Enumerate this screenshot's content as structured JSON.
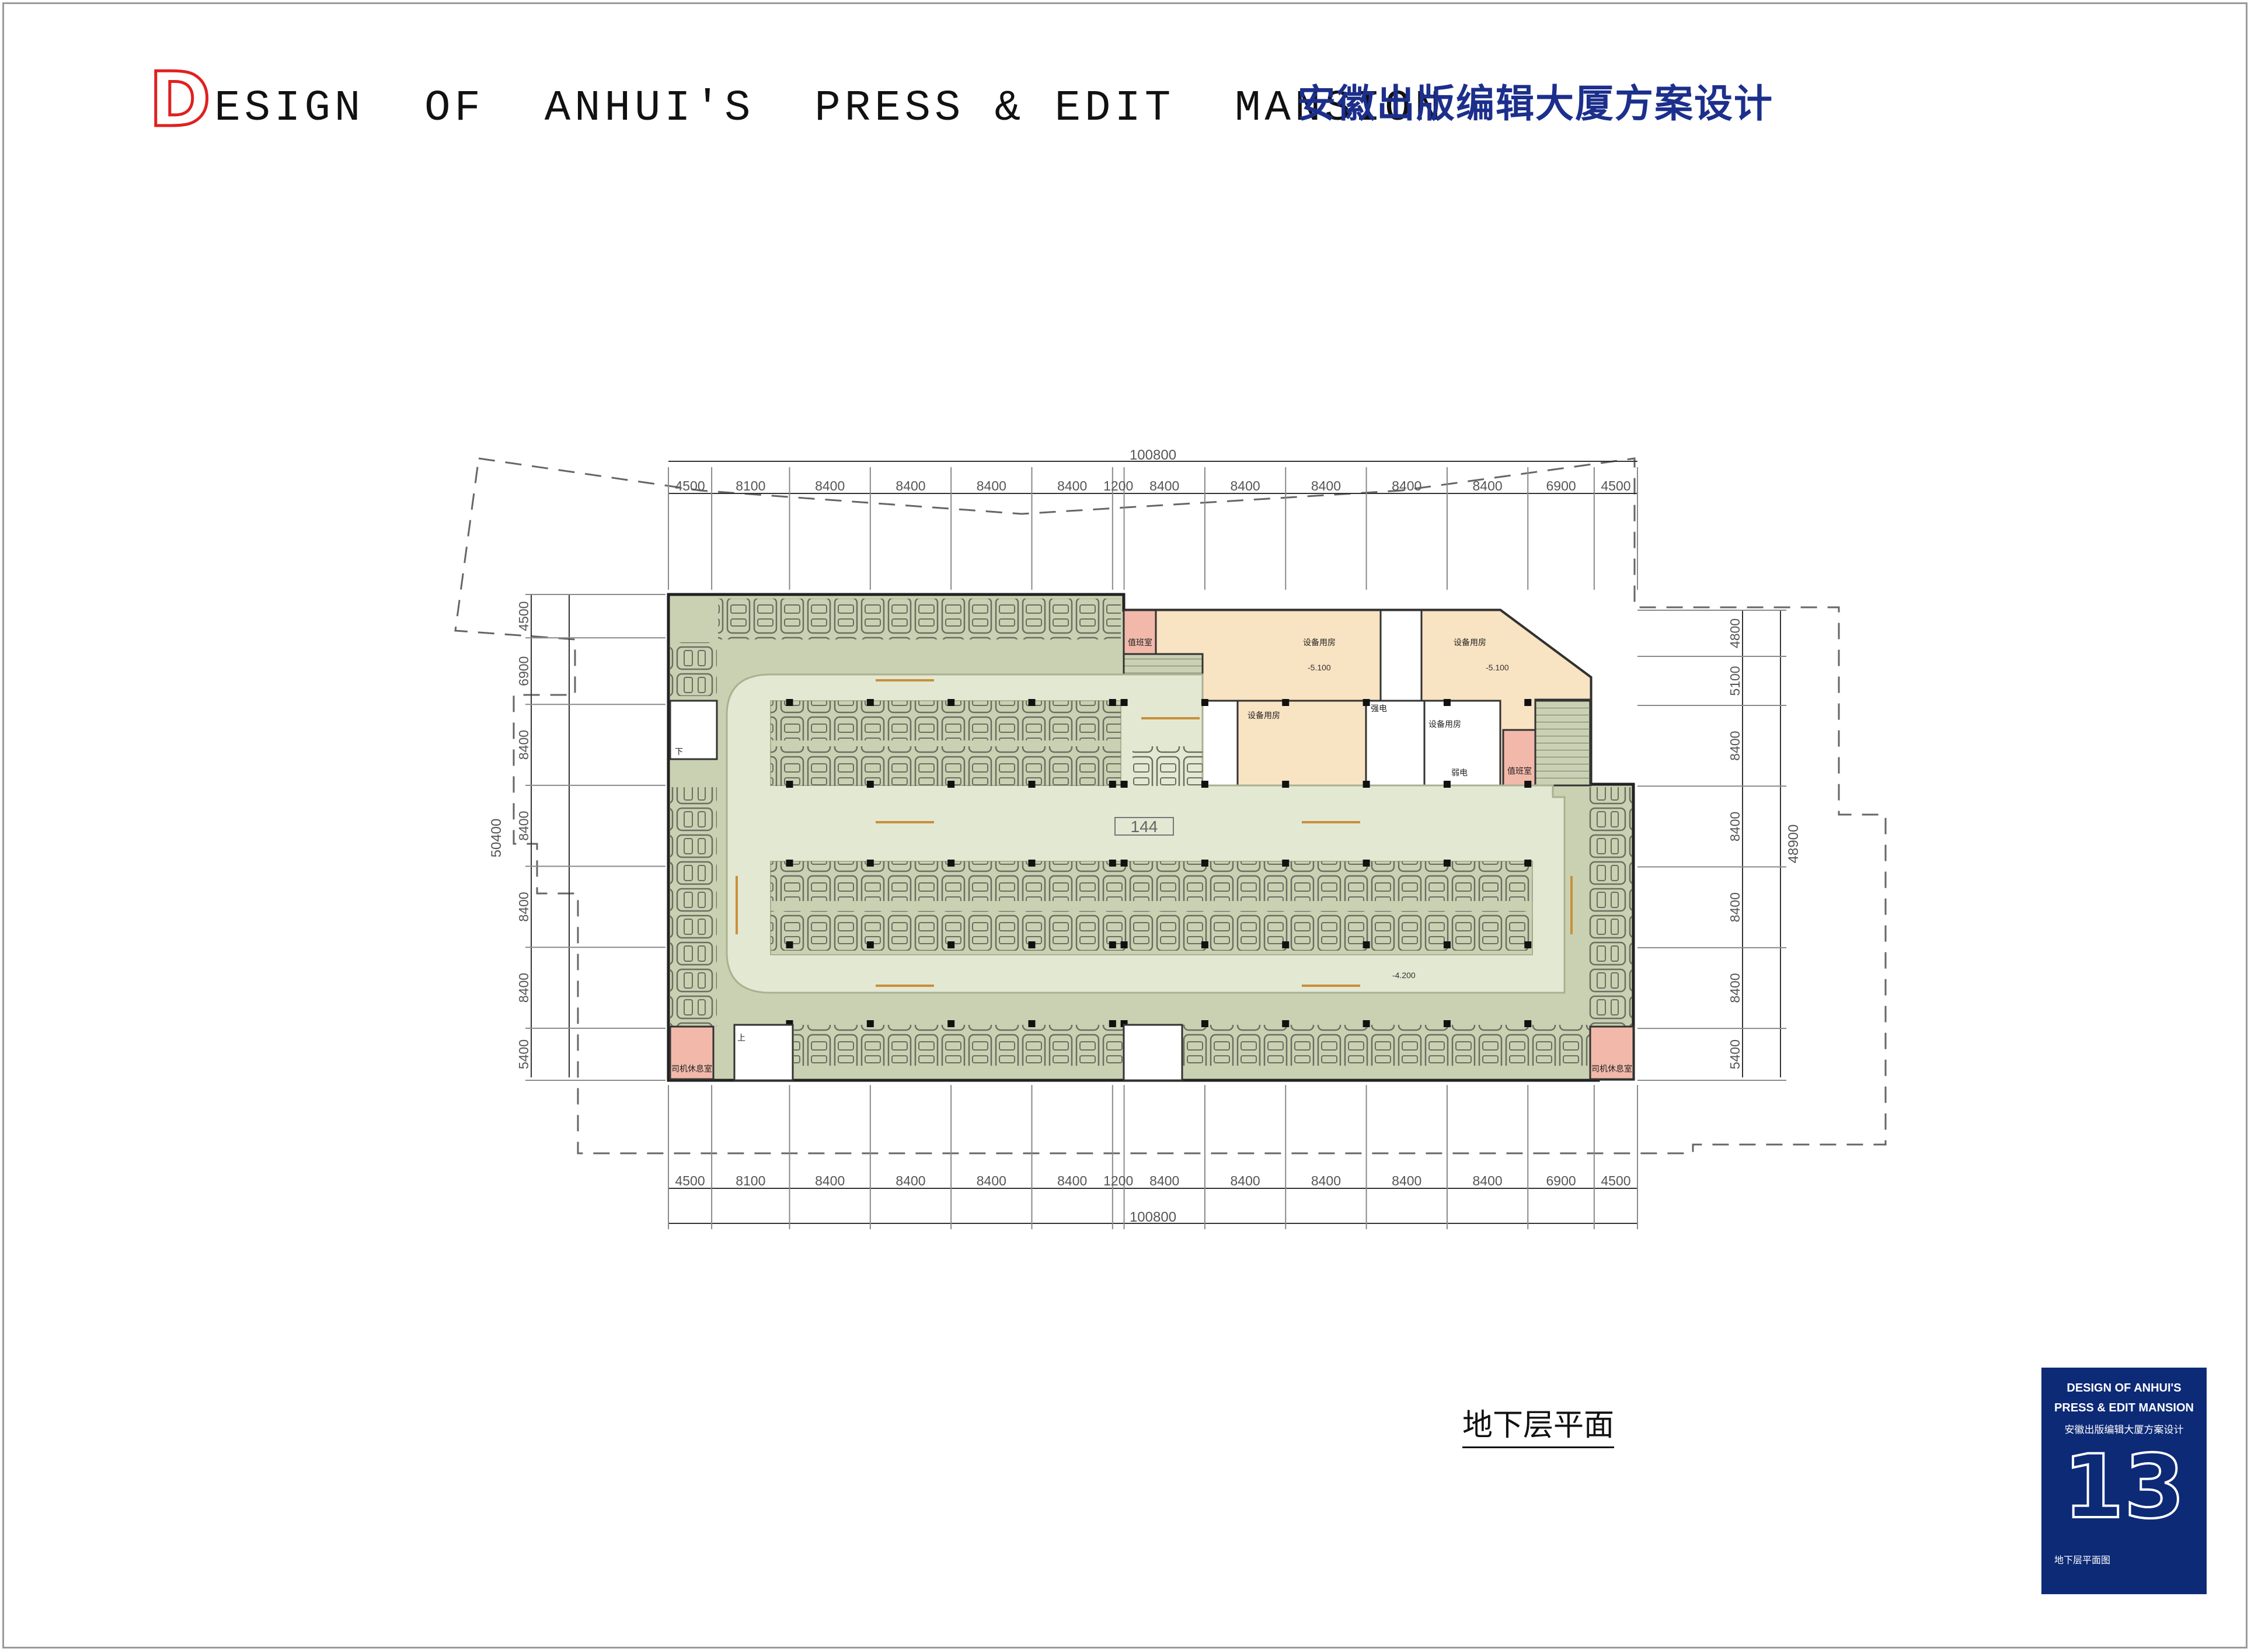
{
  "header": {
    "title_initial": "D",
    "title_rest": "ESIGN  OF  ANHUI'S  PRESS & EDIT  MANSION",
    "title_cn": "安徽出版编辑大厦方案设计"
  },
  "plan": {
    "top_total": "100800",
    "bottom_total": "100800",
    "column_spans": [
      "4500",
      "8100",
      "8400",
      "8400",
      "8400",
      "8400",
      "1200",
      "8400",
      "8400",
      "8400",
      "8400",
      "8400",
      "6900",
      "4500"
    ],
    "left_total": "50400",
    "right_total": "48900",
    "left_spans": [
      "4500",
      "6900",
      "8400",
      "8400",
      "8400",
      "8400",
      "5400"
    ],
    "right_spans": [
      "4800",
      "5100",
      "8400",
      "8400",
      "8400",
      "8400",
      "5400"
    ],
    "car_count_label": "144",
    "levels": {
      "equipment": "-5.100",
      "equipment_right": "-5.100",
      "parking": "-4.200"
    },
    "rooms": {
      "duty_room_left": "值班室",
      "duty_room_right": "值班室",
      "equip_room_1": "设备用房",
      "equip_room_2": "设备用房",
      "equip_room_3": "设备用房",
      "equip_room_4": "设备用房",
      "strong_current": "强电",
      "weak_current": "弱电",
      "driver_rest_left": "司机休息室",
      "driver_rest_right": "司机休息室",
      "stair_down": "下",
      "stair_up": "上"
    }
  },
  "caption": "地下层平面",
  "badge": {
    "line1": "DESIGN OF ANHUI'S",
    "line2": "PRESS & EDIT MANSION",
    "line3": "安徽出版编辑大厦方案设计",
    "number": "13",
    "caption": "地下层平面图"
  },
  "colors": {
    "parking_fill": "#c9d1b2",
    "aisle_fill": "#e3e8d3",
    "equipment_fill": "#f8e3c2",
    "duty_fill": "#f2b9aa",
    "accent_red": "#e02020",
    "title_blue": "#1c2f8c",
    "badge_blue": "#0d2a77"
  }
}
